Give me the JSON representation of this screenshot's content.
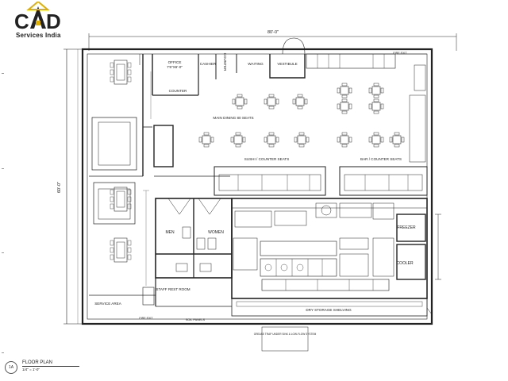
{
  "logo": {
    "text": "Services India",
    "icon": "house-cad-logo-icon"
  },
  "drawing_title": {
    "number": "1A",
    "title": "FLOOR PLAN",
    "scale": "1/4\" = 1'-0\""
  },
  "dimensions": {
    "overall_width": "80'-0\"",
    "overall_depth": "60'-0\""
  },
  "rooms": {
    "office": "OFFICE",
    "office_dim": "7'6\"X6'-0\"",
    "cashier": "CASHIER",
    "counter": "COUNTER",
    "waiting": "WAITING",
    "vestibule": "VESTIBULE",
    "main_dining": "MAIN DINING 80 SEATS",
    "sushi_counter": "SUSHI / COUNTER SEATS",
    "bar_counter": "BAR / COUNTER SEATS",
    "men": "MEN",
    "women": "WOMEN",
    "staff_room": "STAFF REST ROOM",
    "service_area": "SERVICE AREA",
    "freezer": "FREEZER",
    "cooler": "COOLER",
    "dry_storage": "DRY STORAGE SHELVING",
    "soil_panels": "SOIL PANELS",
    "grease_trap": "GREASE TRAP UNDER SINK & LOW-FLOW SYSTEM",
    "fire_exit": "FIRE EXIT",
    "drive_label": "VESTIBULE"
  }
}
